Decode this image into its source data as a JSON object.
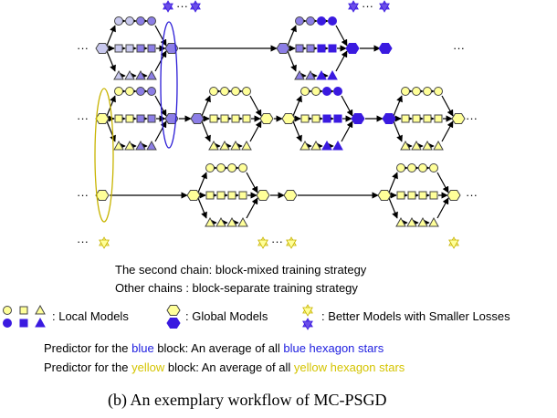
{
  "colors": {
    "blue_dark": "#3a1ae0",
    "blue_light": "#c8c8ee",
    "blue_mid": "#8c7ee6",
    "blue_star": "#6b4ee8",
    "yellow_fill": "#ffff99",
    "yellow_stroke": "#c8b400",
    "yellow_text": "#d4c400",
    "blue_text": "#2020e0",
    "node_stroke": "#444444",
    "blue_ellipse": "#2a1bd6",
    "yellow_ellipse": "#c8b400"
  },
  "ellipsis": "···",
  "strategies": {
    "second": "The second chain: block-mixed training strategy",
    "other": "Other chains : block-separate training strategy"
  },
  "legend": {
    "local_models": ": Local Models",
    "global_models": ": Global Models",
    "better_models": ": Better Models with Smaller Losses"
  },
  "predictors": {
    "blue": {
      "prefix": "Predictor for the ",
      "block": "blue",
      "middle": " block: An average of all ",
      "highlight": "blue hexagon stars"
    },
    "yellow": {
      "prefix": "Predictor for the ",
      "block": "yellow",
      "middle": " block: An average of all ",
      "highlight": "yellow hexagon stars"
    }
  },
  "caption": "(b)  An exemplary workflow of MC-PSGD"
}
